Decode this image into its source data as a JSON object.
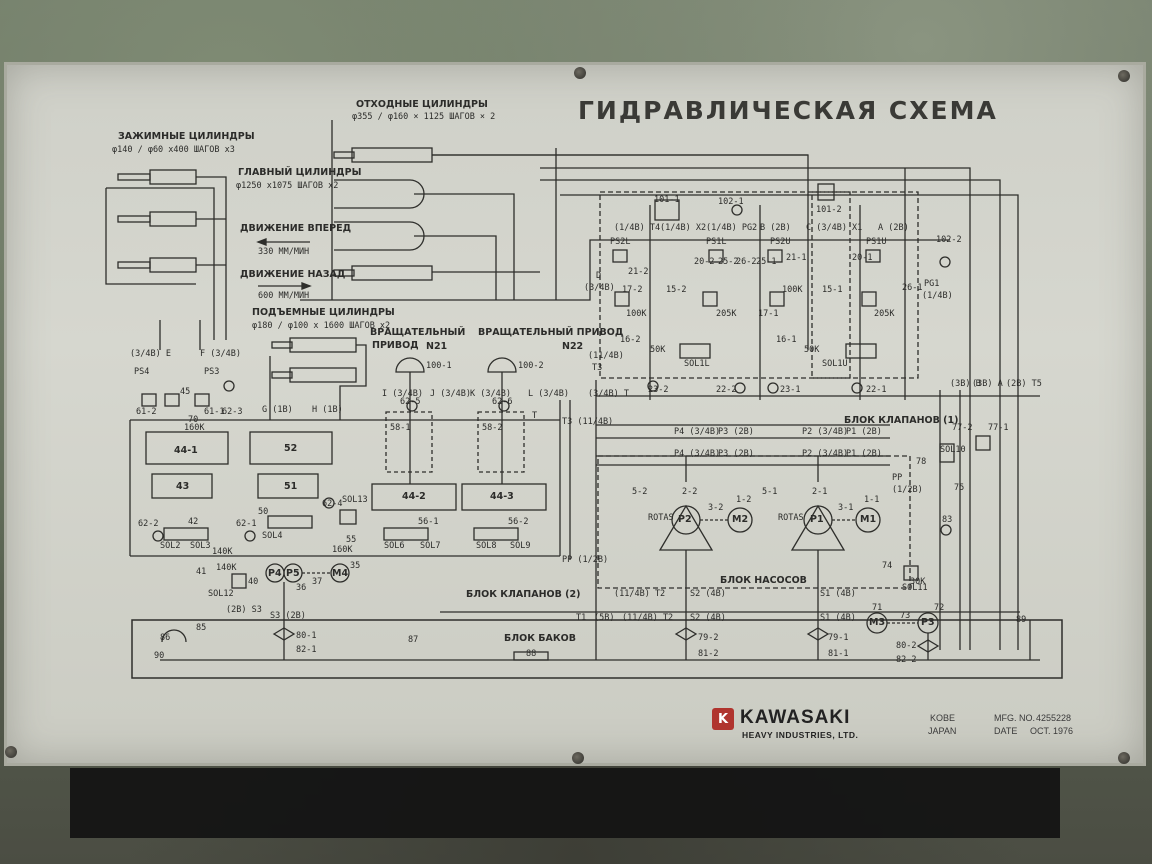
{
  "title": "ГИДРАВЛИЧЕСКАЯ СХЕМА",
  "labels": {
    "clamp_cylinders": "ЗАЖИМНЫЕ ЦИЛИНДРЫ",
    "clamp_cylinders_spec": "φ140 / φ60 х400 ШАГОВ х3",
    "return_cylinders": "ОТХОДНЫЕ ЦИЛИНДРЫ",
    "return_cylinders_spec": "φ355 / φ160 × 1125 ШАГОВ × 2",
    "main_cylinder": "ГЛАВНЫЙ ЦИЛИНДРЫ",
    "main_cylinder_spec": "φ1250 х1075 ШАГОВ х2",
    "forward": "ДВИЖЕНИЕ ВПЕРЕД",
    "forward_speed": "330 ММ/МИН",
    "backward": "ДВИЖЕНИЕ НАЗАД",
    "backward_speed": "600 ММ/МИН",
    "lift_cylinders": "ПОДЪЕМНЫЕ ЦИЛИНДРЫ",
    "lift_cylinders_spec": "φ180 / φ100 х 1600 ШАГОВ х2",
    "rot_drive_1a": "ВРАЩАТЕЛЬНЫЙ",
    "rot_drive_1b": "ПРИВОД",
    "rot_drive_1c": "N21",
    "rot_drive_2": "ВРАЩАТЕЛЬНЫЙ ПРИВОД",
    "rot_drive_2b": "N22",
    "valve_block_1": "БЛОК КЛАПАНОВ (1)",
    "valve_block_2": "БЛОК КЛАПАНОВ (2)",
    "pump_block": "БЛОК НАСОСОВ",
    "tank_block": "БЛОК БАКОВ"
  },
  "components": {
    "c44_1": "44-1",
    "c43": "43",
    "c52": "52",
    "c51": "51",
    "c44_2": "44-2",
    "c44_3": "44-3",
    "p1": "P1",
    "p2": "P2",
    "p3": "P3",
    "p4": "P4",
    "p5": "P5",
    "m1": "M1",
    "m2": "M2",
    "m3": "M3",
    "m4": "M4",
    "rotas_1": "ROTAS",
    "rotas_2": "ROTAS",
    "r100_1": "100-1",
    "r100_2": "100-2",
    "r58_1": "58-1",
    "r58_2": "58-2",
    "r62_5": "62-5",
    "r62_6": "62-6",
    "r15_1": "15-1",
    "r15_2": "15-2",
    "r16_1": "16-1",
    "r16_2": "16-2",
    "r17_1": "17-1",
    "r17_2": "17-2",
    "r20_1": "20-1",
    "r20_2": "20-2",
    "r21_1": "21-1",
    "r21_2": "21-2",
    "r22_1": "22-1",
    "r22_2": "22-2",
    "r23_1": "23-1",
    "r23_2": "23-2",
    "r101_1": "101-1",
    "r101_2": "101-2",
    "r102_1": "102-1",
    "r102_2": "102-2",
    "r79_1": "79-1",
    "r79_2": "79-2",
    "r81_1": "81-1",
    "r81_2": "81-2",
    "r80_1": "80-1",
    "r82_1": "82-1",
    "r80_2": "80-2",
    "r82_2": "82-2",
    "r86": "86",
    "r85": "85",
    "r90": "90",
    "r87": "87",
    "r88": "88",
    "r89": "89",
    "r71": "71",
    "r72": "72",
    "r73": "73",
    "r74": "74",
    "r75": "75",
    "r78": "78",
    "r83": "83",
    "r77_1": "77-1",
    "r77_2": "77-2",
    "r1_1": "1-1",
    "r1_2": "1-2",
    "r2_1": "2-1",
    "r2_2": "2-2",
    "r3_1": "3-1",
    "r3_2": "3-2",
    "r5_1": "5-1",
    "r5_2": "5-2",
    "r36": "36",
    "r37": "37",
    "r35": "35",
    "r40": "40",
    "r41": "41",
    "r42": "42",
    "r45": "45",
    "r50": "50",
    "r55": "55",
    "r56_1": "56-1",
    "r56_2": "56-2",
    "r61_1": "61-1",
    "r61_2": "61-2",
    "r62_1": "62-1",
    "r62_2": "62-2",
    "r62_3": "62-3",
    "r62_4": "62-4",
    "r25_1": "25-1",
    "r25_2": "25-2",
    "r26_1": "26-1",
    "r26_2": "26-2",
    "ps1l": "PS1L",
    "ps2l": "PS2L",
    "ps2u": "PS2U",
    "ps1u": "PS1U",
    "ps3": "PS3",
    "ps4": "PS4",
    "sol1l": "SOL1L",
    "sol1u": "SOL1U",
    "sol2": "SOL2",
    "sol3": "SOL3",
    "sol4": "SOL4",
    "sol6": "SOL6",
    "sol7": "SOL7",
    "sol8": "SOL8",
    "sol9": "SOL9",
    "sol10": "SOL10",
    "sol11": "SOL11",
    "sol12": "SOL12",
    "sol13": "SOL13",
    "p70": "70",
    "p100k_1": "100K",
    "p100k_2": "100K",
    "p205k_1": "205K",
    "p205k_2": "205K",
    "p50k_1": "50K",
    "p50k_2": "50K",
    "p30k": "30K",
    "p140k": "140K",
    "p140k_2": "140K",
    "p160k_1": "160K",
    "p160k_2": "160K"
  },
  "ports": {
    "e": "(3/4B) E",
    "f": "F (3/4B)",
    "g": "G (1B)",
    "h": "H (1B)",
    "i": "I (3/4B)",
    "j": "J (3/4B)",
    "k": "K (3/4B)",
    "l": "L (3/4B)",
    "d": "D",
    "d_size": "(3/4B)",
    "t": "T",
    "t3": "T3",
    "t3_size": "(11/4B)",
    "t4": "(1/4B) T4",
    "x2": "(1/4B) X2",
    "pg2": "(1/4B) PG2",
    "b": "B (2B)",
    "c": "C (3/4B) X1",
    "a": "A (2B)",
    "pg1": "PG1",
    "pg1_size": "(1/4B)",
    "p4a": "P4 (3/4B)",
    "p3a": "P3 (2B)",
    "p4b": "P4 (3/4B)",
    "p3b": "P3 (2B)",
    "p2a": "P2 (3/4B)",
    "p1a": "P1 (2B)",
    "p2b": "P2 (3/4B)",
    "p1b": "P1 (2B)",
    "pp": "PP",
    "pp_size": "(1/2B)",
    "pp_left": "PP (1/2B)",
    "s2a": "S2 (4B)",
    "s2b": "S2 (4B)",
    "s1a": "S1 (4B)",
    "s1b": "S1 (4B)",
    "t2a": "(11/4B) T2",
    "t2b": "(11/4B) T2",
    "t1": "T1",
    "t1_size": "(5B)",
    "s3": "(2B) S3",
    "s3b": "S3 (2B)",
    "b3": "(3B) B",
    "a3": "(3B) A",
    "t5": "(2B) T5",
    "tt3": "T3 (11/4B)",
    "t3b": "(3/4B) T"
  },
  "footer": {
    "brand": "KAWASAKI",
    "brand_sub": "HEAVY INDUSTRIES, LTD.",
    "city": "KOBE",
    "country": "JAPAN",
    "mfg_label": "MFG. NO.",
    "mfg_no": "4255228",
    "date_label": "DATE",
    "date": "OCT. 1976"
  },
  "colors": {
    "plate": "#d2d3cb",
    "ink": "#2c2c2a",
    "logo": "#b0342e"
  }
}
